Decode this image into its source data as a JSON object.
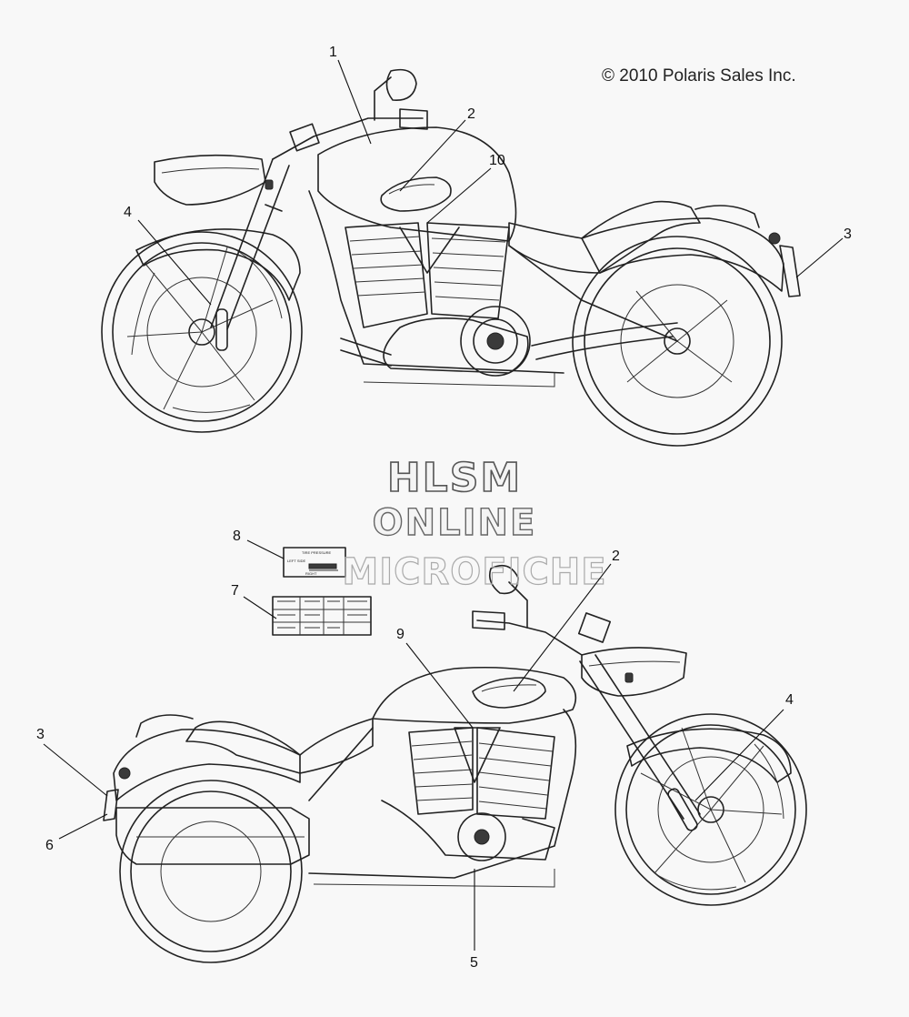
{
  "copyright": "© 2010 Polaris Sales Inc.",
  "watermark": {
    "line1": "HLSM",
    "line2": "ONLINE",
    "line3": "MICROFICHE"
  },
  "callouts": {
    "c1": "1",
    "c2_top": "2",
    "c10": "10",
    "c4_top": "4",
    "c3_top": "3",
    "c8": "8",
    "c7": "7",
    "c2_bottom": "2",
    "c9": "9",
    "c3_bottom": "3",
    "c4_bottom": "4",
    "c6": "6",
    "c5": "5"
  }
}
